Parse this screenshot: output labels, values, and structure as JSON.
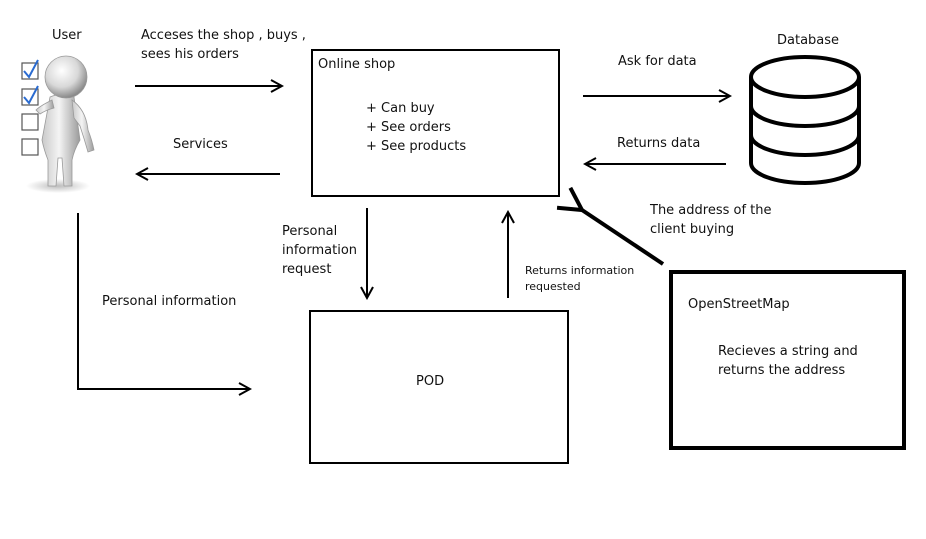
{
  "user": {
    "label": "User"
  },
  "flows": {
    "user_to_shop": [
      "Acceses the shop , buys ,",
      "sees his orders"
    ],
    "shop_to_user": "Services",
    "user_to_pod": "Personal information",
    "shop_to_pod": [
      "Personal",
      "information",
      "request"
    ],
    "pod_to_shop": [
      "Returns information",
      "requested"
    ],
    "shop_to_db": "Ask for data",
    "db_to_shop": "Returns data",
    "osm_to_shop": [
      "The address of the",
      "client buying"
    ]
  },
  "online_shop": {
    "title": "Online shop",
    "items": [
      "+ Can buy",
      "+ See orders",
      "+ See products"
    ]
  },
  "pod": {
    "title": "POD"
  },
  "database": {
    "label": "Database"
  },
  "osm": {
    "title": "OpenStreetMap",
    "description": [
      "Recieves a string and",
      "returns the address"
    ]
  }
}
